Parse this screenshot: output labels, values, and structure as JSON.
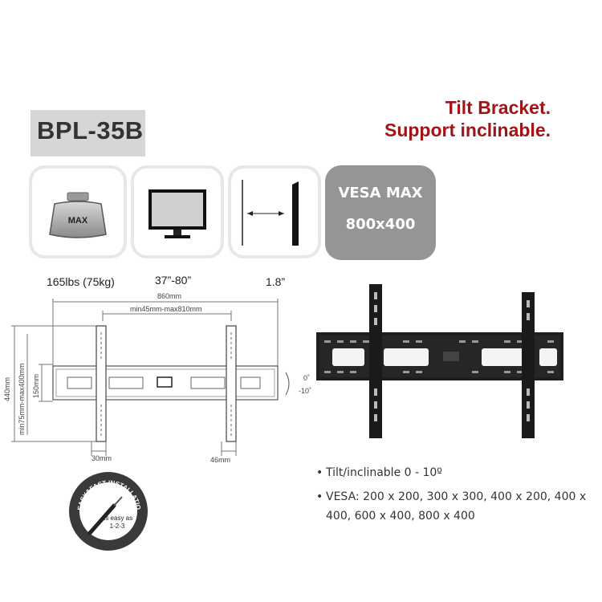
{
  "header": {
    "model": "BPL-35B",
    "tagline_line1": "Tilt Bracket.",
    "tagline_line2": "Support inclinable."
  },
  "feature_tiles": [
    {
      "icon": "weight-icon",
      "caption": "165lbs (75kg)",
      "icon_text": "MAX"
    },
    {
      "icon": "monitor-icon",
      "caption": "37”-80”"
    },
    {
      "icon": "wall-profile-icon",
      "caption": "1.8”"
    }
  ],
  "vesa_tile": {
    "line1": "VESA MAX",
    "line2": "800x400"
  },
  "drawing": {
    "width_total": "860mm",
    "width_range": "min45mm-max810mm",
    "height_total": "440mm",
    "height_range": "min75mm-max400mm",
    "height_inner": "150mm",
    "left_offset": "30mm",
    "right_offset": "46mm",
    "tilt_top": "0˚",
    "tilt_bottom": "-10˚"
  },
  "badge": {
    "ring_text": "EASY&FAST INSTALLATION",
    "line1": "as easy as",
    "line2": "1-2-3"
  },
  "specs": [
    "Tilt/inclinable 0 - 10º",
    "VESA: 200 x 200, 300 x 300, 400 x 200, 400 x 400, 600 x 400, 800 x 400"
  ],
  "colors": {
    "headline": "#a01418",
    "model_box": "#d6d6d6",
    "vesa_tile": "#959595",
    "tile_border": "#e7e7e7",
    "bracket": "#1e1e1e"
  }
}
